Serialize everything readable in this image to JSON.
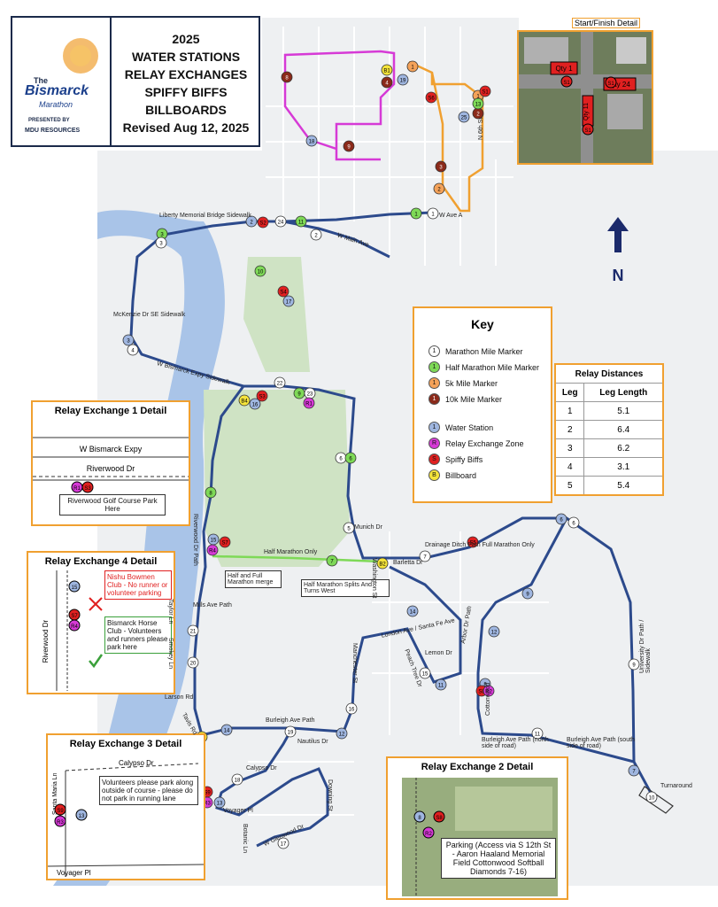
{
  "title": {
    "lines": [
      "2025",
      "WATER STATIONS",
      "RELAY EXCHANGES",
      "SPIFFY BIFFS",
      "BILLBOARDS",
      "Revised Aug 12, 2025"
    ],
    "logo_the": "The",
    "logo_name": "Bismarck",
    "logo_sub": "Marathon",
    "logo_presented": "PRESENTED BY",
    "logo_sponsor": "MDU RESOURCES"
  },
  "start_finish": {
    "title": "Start/Finish Detail",
    "labels": [
      "Qty 1",
      "Qty 24",
      "Qty 11"
    ],
    "markers": [
      "S1",
      "S1",
      "S1"
    ]
  },
  "north_label": "N",
  "key": {
    "title": "Key",
    "items": [
      {
        "label": "Marathon Mile Marker",
        "symbol": "1",
        "color": "#ffffff"
      },
      {
        "label": "Half Marathon Mile Marker",
        "symbol": "1",
        "color": "#7ed957"
      },
      {
        "label": "5k Mile Marker",
        "symbol": "1",
        "color": "#f4a259"
      },
      {
        "label": "10k Mile Marker",
        "symbol": "1",
        "color": "#8b2a1a"
      },
      {
        "label": "Water Station",
        "symbol": "1",
        "color": "#9fb6e0"
      },
      {
        "label": "Relay Exchange Zone",
        "symbol": "R",
        "color": "#d63ad6"
      },
      {
        "label": "Spiffy Biffs",
        "symbol": "S",
        "color": "#e02020"
      },
      {
        "label": "Billboard",
        "symbol": "B",
        "color": "#f5e43a"
      }
    ]
  },
  "relay_distances": {
    "title": "Relay Distances",
    "headers": [
      "Leg",
      "Leg Length"
    ],
    "rows": [
      [
        "1",
        "5.1"
      ],
      [
        "2",
        "6.4"
      ],
      [
        "3",
        "6.2"
      ],
      [
        "4",
        "3.1"
      ],
      [
        "5",
        "5.4"
      ]
    ]
  },
  "relay1": {
    "title": "Relay Exchange 1 Detail",
    "streets": [
      "W Bismarck Expy",
      "Riverwood Dr"
    ],
    "markers": [
      "R1",
      "S3"
    ],
    "note": "Riverwood Golf Course Park Here"
  },
  "relay4": {
    "title": "Relay Exchange 4 Detail",
    "street": "Riverwood Dr",
    "markers": [
      "15",
      "S7",
      "R4"
    ],
    "note_red": "Nishu Bowmen Club - No runner or volunteer parking",
    "note_green": "Bismarck Horse Club - Volunteers and runners please park here"
  },
  "relay3": {
    "title": "Relay Exchange 3 Detail",
    "streets": [
      "Calypso Dr",
      "Santa Maria Ln",
      "Voyager Pl"
    ],
    "markers": [
      "S9",
      "R3",
      "13"
    ],
    "note": "Volunteers please park along outside of course - please do not park in running lane"
  },
  "relay2": {
    "title": "Relay Exchange 2 Detail",
    "markers": [
      "8",
      "S8",
      "R2"
    ],
    "note": "Parking (Access via S 12th St - Aaron Haaland Memorial Field Cottonwood Softball Diamonds 7-16)"
  },
  "map_labels": {
    "half_only": "Half Marathon Only",
    "half_full_merge": "Half and Full Marathon merge",
    "half_splits": "Half Marathon Splits And Turns West",
    "drainage": "Drainage Ditch Path Full Marathon Only",
    "turnaround": "Turnaround",
    "burleigh_path": "Burleigh Ave Path",
    "burleigh_north": "Burleigh Ave Path (north side of road)",
    "burleigh_south": "Burleigh Ave Path (south side of road)",
    "university": "University Dr Path / Sidewalk",
    "expy_sidewalk": "W Bismarck Expy Sidewalk",
    "mckenzie": "McKenzie Dr SE Sidewalk",
    "liberty": "Liberty Memorial Bridge Sidewalk",
    "riverwood_path": "Riverwood Dr Path",
    "mills": "Mills Ave Path",
    "taylor": "Taylor Ln",
    "smokey": "Smokey Ln",
    "larson": "Larson Rd",
    "tavis": "Tavis Rd",
    "manchester": "Manchester St",
    "washington": "Washington St",
    "munich": "Munich Dr",
    "barletta": "Barletta Dr",
    "london": "London Ave / Santa Fe Ave",
    "calypso": "Calypso Dr",
    "voyager": "Voyager Pl",
    "nautilus": "Nautilus Dr",
    "downing": "Downing St",
    "botanic": "Botanic Ln",
    "glenwood": "W Glenwood Dr",
    "main": "W Main Ave",
    "ave_a": "W Ave A",
    "n6th": "N 6th St",
    "arbor": "Arbor Dr Path",
    "cottonwood": "Cottonwood",
    "peach": "Peach Tree Dr",
    "lemon": "Lemon Dr"
  }
}
